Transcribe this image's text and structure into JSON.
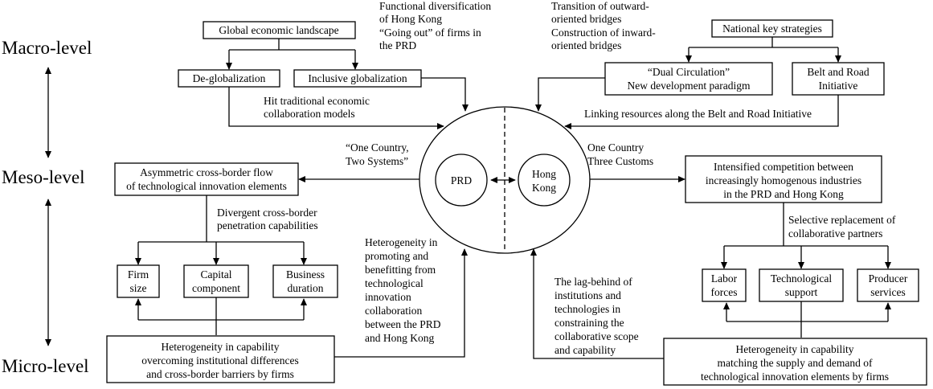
{
  "levels": {
    "macro": "Macro-level",
    "meso": "Meso-level",
    "micro": "Micro-level"
  },
  "boxes": {
    "global_landscape": [
      "Global economic landscape"
    ],
    "de_globalization": [
      "De-globalization"
    ],
    "inclusive_globalization": [
      "Inclusive globalization"
    ],
    "national_strategies": [
      "National key strategies"
    ],
    "dual_circulation": [
      "“Dual Circulation”",
      "New development paradigm"
    ],
    "belt_road": [
      "Belt and Road",
      "Initiative"
    ],
    "asymmetric_flow": [
      "Asymmetric cross-border flow",
      "of technological innovation elements"
    ],
    "intensified_competition": [
      "Intensified competition between",
      "increasingly homogenous industries",
      "in the PRD and Hong Kong"
    ],
    "firm_size": [
      "Firm",
      "size"
    ],
    "capital_component": [
      "Capital",
      "component"
    ],
    "business_duration": [
      "Business",
      "duration"
    ],
    "labor_forces": [
      "Labor",
      "forces"
    ],
    "technological_support": [
      "Technological",
      "support"
    ],
    "producer_services": [
      "Producer",
      "services"
    ],
    "capability_left": [
      "Heterogeneity in capability",
      "overcoming institutional differences",
      "and cross-border barriers by firms"
    ],
    "capability_right": [
      "Heterogeneity in capability",
      "matching the supply and demand of",
      "technological innovation elements by firms"
    ]
  },
  "circle": {
    "prd": "PRD",
    "hk": [
      "Hong",
      "Kong"
    ]
  },
  "labels": {
    "functional": [
      "Functional diversification",
      "of Hong Kong",
      "“Going out” of firms in",
      "the PRD"
    ],
    "bridges": [
      "Transition of outward-",
      "oriented bridges",
      "Construction of inward-",
      "oriented bridges"
    ],
    "hit_models": [
      "Hit traditional economic",
      "collaboration models"
    ],
    "linking": [
      "Linking resources along the Belt and Road Initiative"
    ],
    "one_country_two": [
      "“One Country,",
      "Two Systems”"
    ],
    "one_country_three": [
      "One Country",
      "Three Customs"
    ],
    "divergent": [
      "Divergent cross-border",
      "penetration capabilities"
    ],
    "selective": [
      "Selective replacement of",
      "collaborative partners"
    ],
    "heterogeneity_promoting": [
      "Heterogeneity in",
      "promoting and",
      "benefitting from",
      "technological",
      "innovation",
      "collaboration",
      "between the PRD",
      "and Hong Kong"
    ],
    "lag_behind": [
      "The lag-behind of",
      "institutions and",
      "technologies in",
      "constraining the",
      "collaborative scope",
      "and capability"
    ]
  }
}
